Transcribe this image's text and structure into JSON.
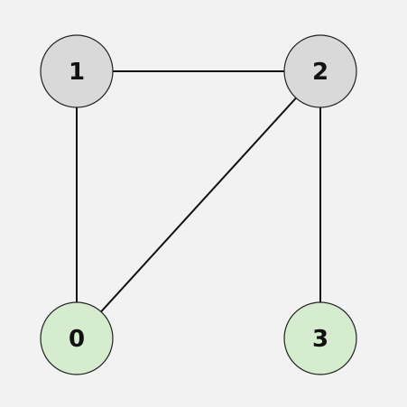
{
  "colors": {
    "background": "#f2f2f2",
    "default_node_fill": "#d9d9d9",
    "highlight_node_fill": "#d6ecce",
    "edge": "#111111",
    "outline": "#222222"
  },
  "graph": {
    "nodes": [
      {
        "id": "0",
        "label": "0",
        "highlighted": true
      },
      {
        "id": "1",
        "label": "1",
        "highlighted": false
      },
      {
        "id": "2",
        "label": "2",
        "highlighted": false
      },
      {
        "id": "3",
        "label": "3",
        "highlighted": true
      }
    ],
    "edges": [
      {
        "from": "1",
        "to": "2"
      },
      {
        "from": "1",
        "to": "0"
      },
      {
        "from": "2",
        "to": "0"
      },
      {
        "from": "2",
        "to": "3"
      }
    ]
  }
}
